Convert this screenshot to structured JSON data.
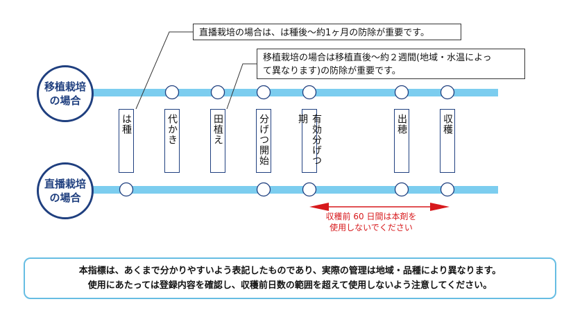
{
  "callouts": {
    "direct": "直播栽培の場合は、は種後～約1ヶ月の防除が重要です。",
    "transplant_line1": "移植栽培の場合は移植直後～約２週間(地域・水温によっ",
    "transplant_line2": "て異なります)の防除が重要です。"
  },
  "tracks": {
    "transplant": {
      "line1": "移植栽培",
      "line2": "の場合"
    },
    "direct": {
      "line1": "直播栽培",
      "line2": "の場合"
    }
  },
  "stages": [
    {
      "label": "は種",
      "on_transplant": false,
      "on_direct": true
    },
    {
      "label": "代かき",
      "on_transplant": true,
      "on_direct": false
    },
    {
      "label": "田植え",
      "on_transplant": true,
      "on_direct": false
    },
    {
      "label": "分げつ開始",
      "on_transplant": true,
      "on_direct": true
    },
    {
      "label": "有効分げつ期",
      "on_transplant": true,
      "on_direct": true
    },
    {
      "label": "出穂",
      "on_transplant": true,
      "on_direct": true
    },
    {
      "label": "収穫",
      "on_transplant": true,
      "on_direct": true
    }
  ],
  "warning": {
    "line1": "収穫前 60 日間は本剤を",
    "line2": "使用しないでください"
  },
  "note": {
    "line1": "本指標は、あくまで分かりやすいよう表記したものであり、実際の管理は地域・品種により異なります。",
    "line2": "使用にあたっては登録内容を確認し、収穫前日数の範囲を超えて使用しないよう注意してください。"
  },
  "colors": {
    "track": "#7ccdef",
    "label_border": "#1f3f7f",
    "warning": "#d7191c",
    "note_border": "#66bde3"
  }
}
